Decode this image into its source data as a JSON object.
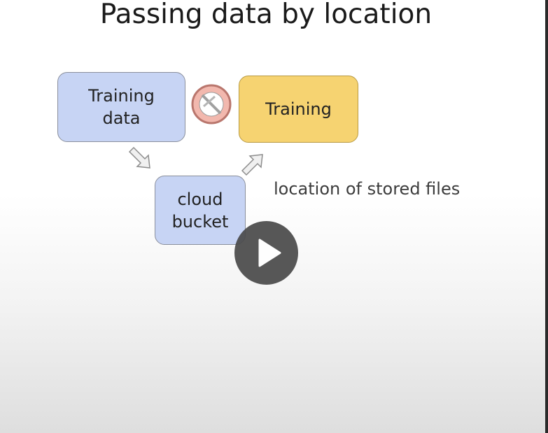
{
  "slide": {
    "title": "Passing data by location",
    "box_training_data": "Training\ndata",
    "box_training": "Training",
    "box_cloud_bucket": "cloud\nbucket",
    "caption": "location of stored files"
  },
  "colors": {
    "blue_box": "#c7d4f4",
    "yellow_box": "#f6d371",
    "no_sign": "#c8877f",
    "play_button": "#4a4a4a"
  },
  "icons": {
    "prohibited": "no-entry-circle",
    "arrow_down": "diagonal-arrow-down-right",
    "arrow_up": "diagonal-arrow-up-right",
    "play": "play-triangle"
  }
}
